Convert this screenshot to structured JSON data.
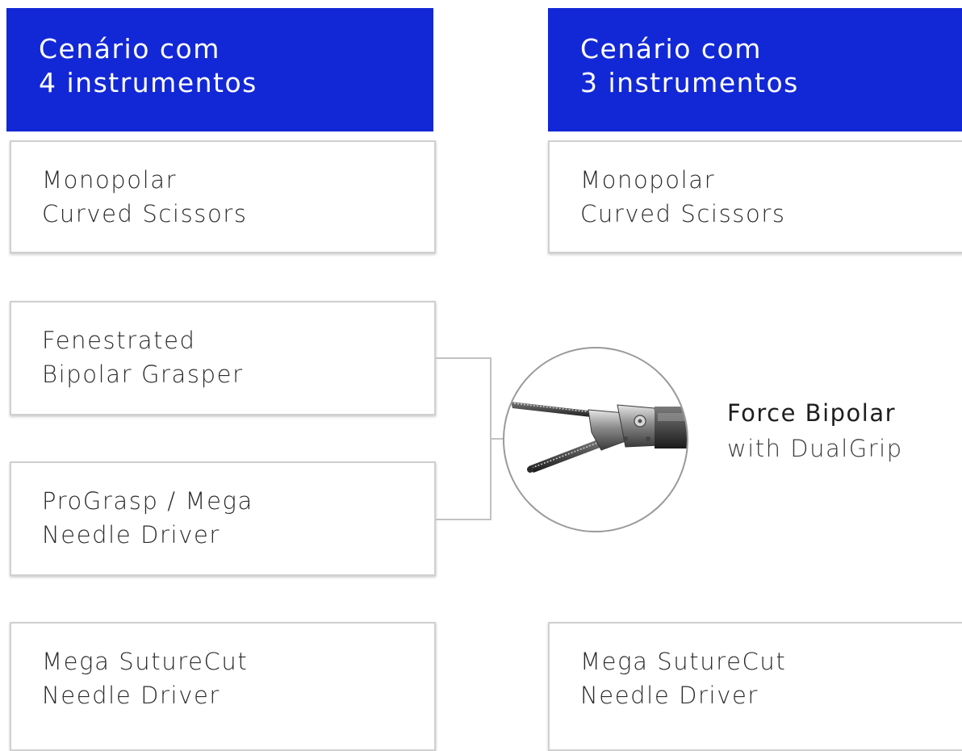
{
  "left_column": {
    "header": {
      "line1": "Cenário com",
      "line2": "4 instrumentos"
    },
    "instruments": [
      {
        "line1": "Monopolar",
        "line2": "Curved Scissors"
      },
      {
        "line1": "Fenestrated",
        "line2": "Bipolar Grasper"
      },
      {
        "line1": "ProGrasp / Mega",
        "line2": "Needle Driver"
      },
      {
        "line1": "Mega SutureCut",
        "line2": "Needle Driver"
      }
    ]
  },
  "right_column": {
    "header": {
      "line1": "Cenário com",
      "line2": "3 instrumentos"
    },
    "instruments": [
      {
        "line1": "Monopolar",
        "line2": "Curved Scissors"
      },
      {
        "line1": "Mega SutureCut",
        "line2": "Needle Driver"
      }
    ]
  },
  "combined_instrument": {
    "name": "Force Bipolar",
    "subtitle": "with DualGrip",
    "icon": "bipolar-grasper-instrument-icon"
  },
  "colors": {
    "header_blue": "#1228d6",
    "connector_gray": "#c2c2c2",
    "box_border": "#d0d0d0"
  }
}
